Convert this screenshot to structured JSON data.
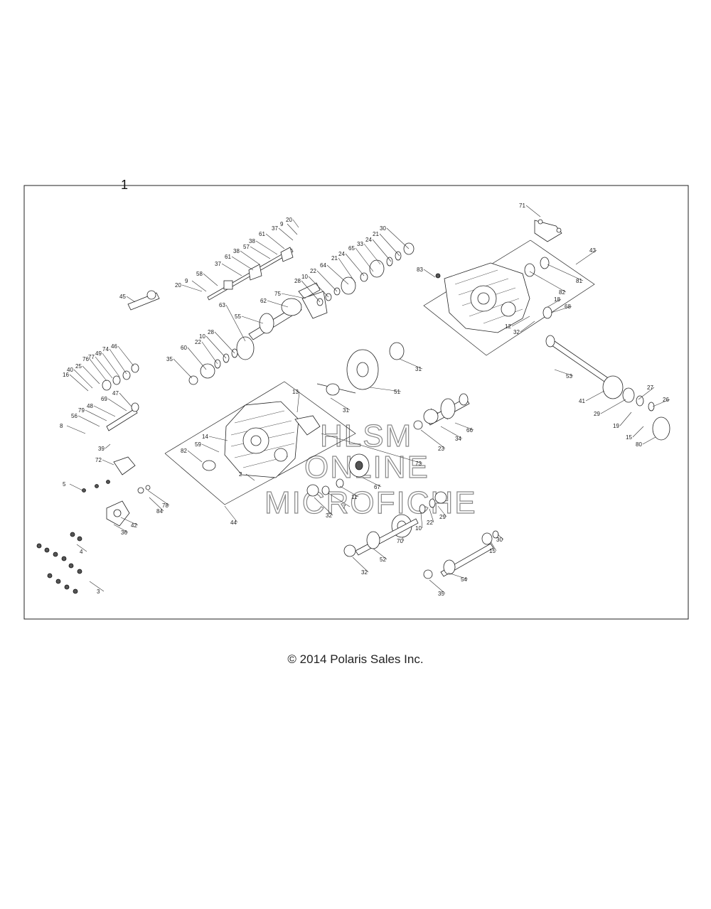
{
  "figure": {
    "number": "1"
  },
  "copyright": "© 2014 Polaris Sales Inc.",
  "watermark": {
    "lines": [
      "HLSM",
      "ONLINE",
      "MICROFICHE"
    ]
  },
  "callouts": [
    "20",
    "9",
    "37",
    "61",
    "38",
    "57",
    "38",
    "61",
    "37",
    "58",
    "20",
    "9",
    "30",
    "21",
    "24",
    "33",
    "65",
    "24",
    "21",
    "64",
    "22",
    "10",
    "28",
    "75",
    "62",
    "63",
    "55",
    "28",
    "10",
    "22",
    "60",
    "35",
    "45",
    "46",
    "74",
    "49",
    "77",
    "76",
    "25",
    "40",
    "16",
    "47",
    "69",
    "48",
    "79",
    "56",
    "8",
    "39",
    "72",
    "5",
    "42",
    "36",
    "84",
    "78",
    "4",
    "3",
    "71",
    "43",
    "83",
    "82",
    "81",
    "18",
    "68",
    "12",
    "32",
    "53",
    "41",
    "29",
    "27",
    "26",
    "19",
    "15",
    "80",
    "31",
    "51",
    "31",
    "66",
    "34",
    "23",
    "13",
    "14",
    "59",
    "82",
    "2",
    "44",
    "73",
    "67",
    "11",
    "7",
    "32",
    "29",
    "22",
    "10",
    "70",
    "52",
    "32",
    "15",
    "30",
    "54",
    "35"
  ]
}
